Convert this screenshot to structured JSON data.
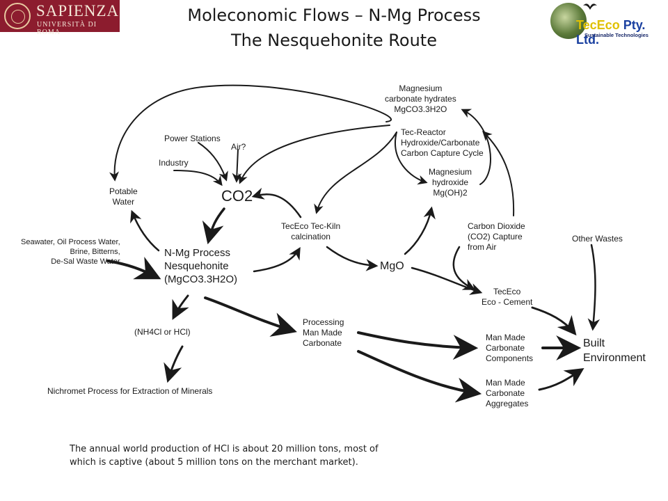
{
  "header": {
    "title_line1": "Moleconomic Flows – N-Mg Process",
    "title_line2": "The Nesquehonite Route"
  },
  "logos": {
    "left": {
      "name": "SAPIENZA",
      "subtitle": "UNIVERSITÀ DI ROMA",
      "brand_color": "#8c1c2e"
    },
    "right": {
      "name_part1": "TecEco",
      "name_part2": " Pty. Ltd.",
      "subtitle": "Sustainable Technologies"
    }
  },
  "nodes": {
    "mg_hydrates": [
      "Magnesium",
      "carbonate hydrates",
      "MgCO3.3H2O"
    ],
    "tec_reactor": [
      "Tec-Reactor",
      "Hydroxide/Carbonate",
      "Carbon Capture Cycle"
    ],
    "mg_hydroxide": [
      "Magnesium",
      "hydroxide",
      "Mg(OH)2"
    ],
    "power_stations": "Power Stations",
    "air_q": "Air?",
    "industry": "Industry",
    "co2": "CO2",
    "potable_water": [
      "Potable",
      "Water"
    ],
    "tec_kiln": [
      "TecEco Tec-Kiln",
      "calcination"
    ],
    "seawater": [
      "Seawater, Oil Process Water,",
      "Brine, Bitterns,",
      "De-Sal Waste Water"
    ],
    "nmg_process": [
      "N-Mg Process",
      "Nesquehonite",
      "(MgCO3.3H2O)"
    ],
    "mgo": "MgO",
    "co2_capture": [
      "Carbon Dioxide",
      "(CO2) Capture",
      "from Air"
    ],
    "other_wastes": "Other Wastes",
    "eco_cement": [
      "TecEco",
      "Eco - Cement"
    ],
    "nh4cl": "(NH4Cl or HCl)",
    "processing": [
      "Processing",
      "Man Made",
      "Carbonate"
    ],
    "built_env": [
      "Built",
      "Environment"
    ],
    "components": [
      "Man Made",
      "Carbonate",
      "Components"
    ],
    "aggregates": [
      "Man Made",
      "Carbonate",
      "Aggregates"
    ],
    "nichromet": "Nichromet Process for Extraction of Minerals"
  },
  "footnote": "The annual world production of HCl is about 20 million tons, most of which is captive (about 5 million tons on the merchant market).",
  "colors": {
    "arrow": "#1a1a1a",
    "text": "#1a1a1a"
  }
}
